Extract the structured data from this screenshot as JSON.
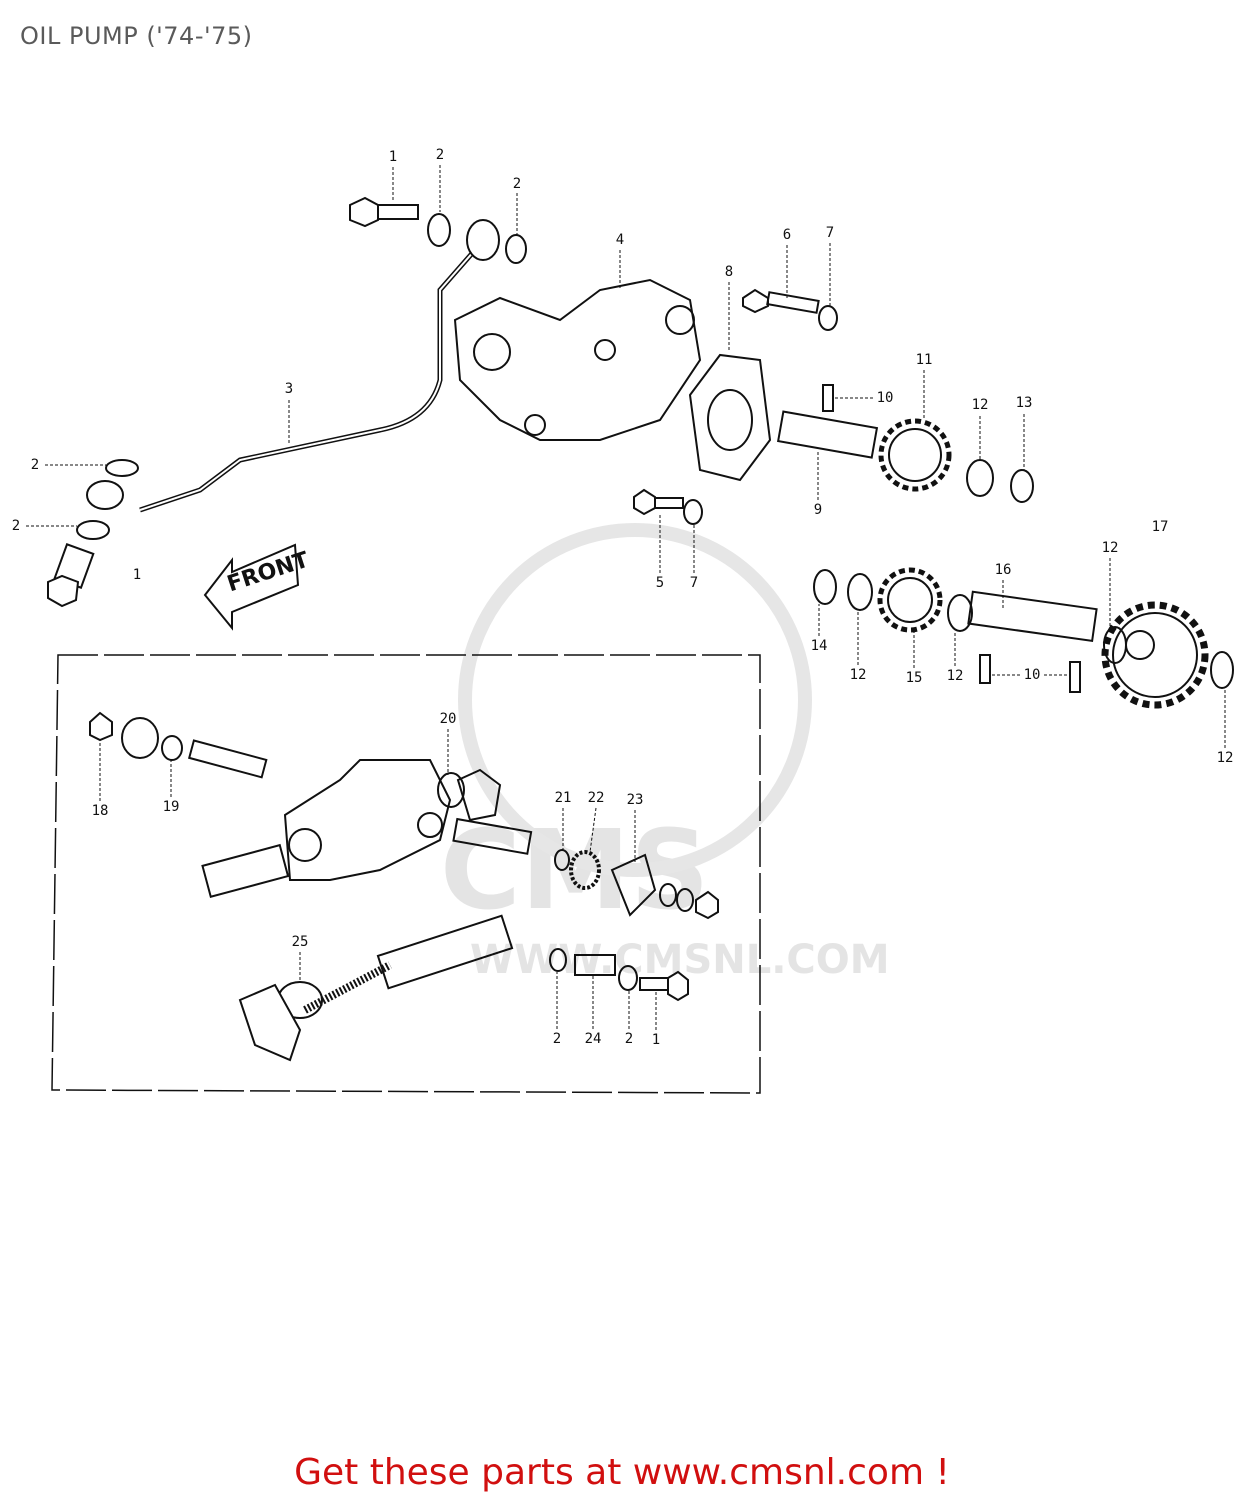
{
  "title": "OIL PUMP ('74-'75)",
  "watermark": {
    "logo_text": "CMS",
    "url_text": "WWW.CMSNL.COM"
  },
  "front_label": "FRONT",
  "callouts": [
    "1",
    "2",
    "2",
    "4",
    "6",
    "7",
    "8",
    "11",
    "12",
    "13",
    "10",
    "9",
    "3",
    "2",
    "2",
    "1",
    "5",
    "7",
    "17",
    "12",
    "16",
    "14",
    "12",
    "15",
    "12",
    "10",
    "12",
    "20",
    "18",
    "19",
    "21",
    "22",
    "23",
    "25",
    "2",
    "24",
    "2",
    "1"
  ],
  "footer": "Get these parts at www.cmsnl.com !",
  "colors": {
    "footer": "#d10f0f",
    "title": "#5a5a5a",
    "watermark": "#e4e4e4"
  }
}
